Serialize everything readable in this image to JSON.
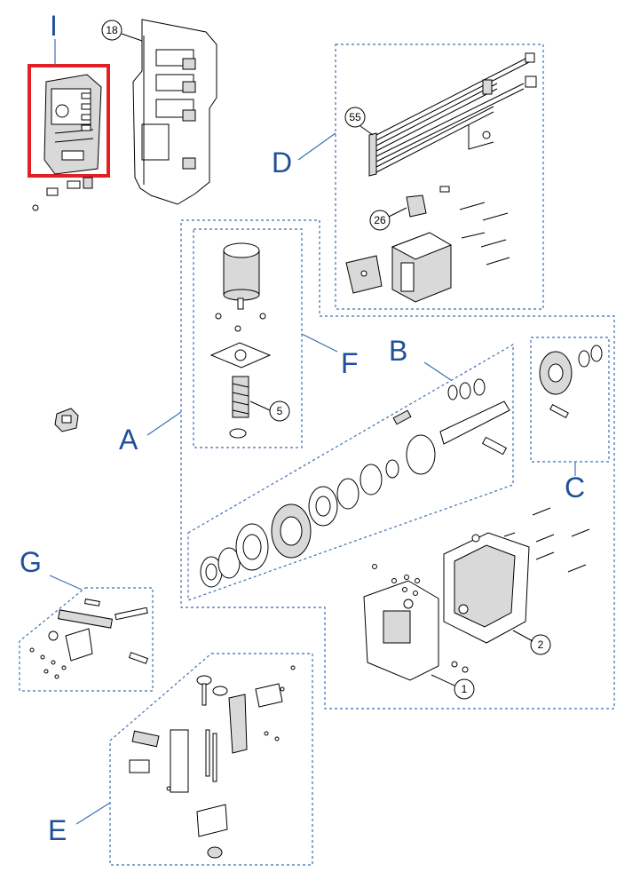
{
  "group_labels": {
    "A": "A",
    "B": "B",
    "C": "C",
    "D": "D",
    "E": "E",
    "F": "F",
    "G": "G",
    "I": "I"
  },
  "callouts": {
    "n18": "18",
    "n55": "55",
    "n26": "26",
    "n5": "5",
    "n1": "1",
    "n2": "2"
  },
  "colors": {
    "accent": "#1f4f9a",
    "highlight": "#e31e24",
    "dashed_frame": "#3b6fb5"
  }
}
